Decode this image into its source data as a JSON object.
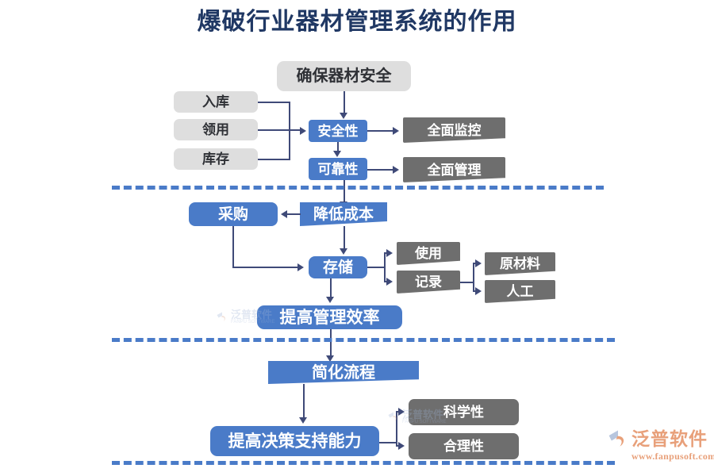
{
  "title": "爆破行业器材管理系统的作用",
  "sections": {
    "safety": {
      "header": "确保器材安全",
      "inputs": [
        "入库",
        "领用",
        "库存"
      ],
      "attributes": [
        "安全性",
        "可靠性"
      ],
      "outcomes": [
        "全面监控",
        "全面管理"
      ]
    },
    "cost": {
      "header": "降低成本",
      "purchase": "采购",
      "storage": "存储",
      "storage_children": [
        "使用",
        "记录"
      ],
      "record_children": [
        "原材料",
        "人工"
      ],
      "result": "提高管理效率"
    },
    "process": {
      "header": "简化流程",
      "result": "提高决策支持能力",
      "qualities": [
        "科学性",
        "合理性"
      ]
    }
  },
  "logo": {
    "name": "泛普软件",
    "url": "www.fanpusoft.com"
  },
  "colors": {
    "title": "#203864",
    "blue": "#4a7bc8",
    "gray_light": "#dedede",
    "gray_dark": "#6e6e6e",
    "connector": "#3f4a78",
    "logo": "#e8a07a"
  }
}
